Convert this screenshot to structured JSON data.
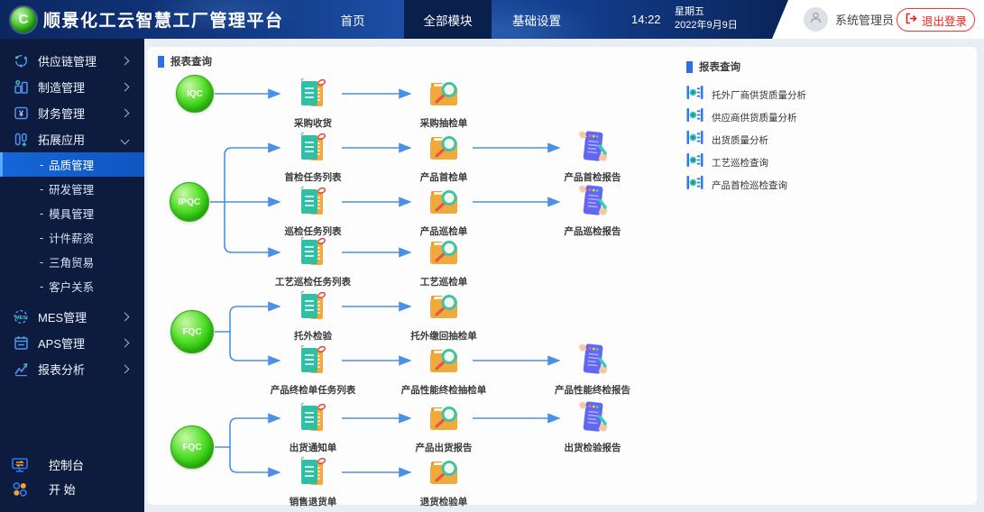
{
  "header": {
    "logo_letter": "C",
    "title": "顺景化工云智慧工厂管理平台",
    "tabs": [
      {
        "label": "首页",
        "active": false
      },
      {
        "label": "全部模块",
        "active": true
      },
      {
        "label": "基础设置",
        "active": false
      }
    ],
    "time": "14:22",
    "weekday": "星期五",
    "date": "2022年9月9日",
    "username": "系统管理员",
    "logout_label": "退出登录"
  },
  "sidebar": {
    "sub_prefix": "-",
    "items": [
      {
        "label": "供应链管理",
        "icon": "supply-chain-icon"
      },
      {
        "label": "制造管理",
        "icon": "manufacturing-icon"
      },
      {
        "label": "财务管理",
        "icon": "finance-icon"
      },
      {
        "label": "拓展应用",
        "icon": "extensions-icon",
        "expanded": true
      },
      {
        "label": "MES管理",
        "icon": "mes-gear-icon"
      },
      {
        "label": "APS管理",
        "icon": "aps-calendar-icon"
      },
      {
        "label": "报表分析",
        "icon": "report-analysis-icon"
      }
    ],
    "sub_items": [
      {
        "label": "品质管理",
        "active": true
      },
      {
        "label": "研发管理",
        "active": false
      },
      {
        "label": "模具管理",
        "active": false
      },
      {
        "label": "计件薪资",
        "active": false
      },
      {
        "label": "三角贸易",
        "active": false
      },
      {
        "label": "客户关系",
        "active": false
      }
    ],
    "footer_items": [
      {
        "label": "控制台",
        "icon": "console-icon"
      },
      {
        "label": "开 始",
        "icon": "start-icon"
      }
    ]
  },
  "flowchart": {
    "title": "报表查询",
    "groups": [
      {
        "badge": "IQC",
        "rows": [
          {
            "nodes": [
              {
                "icon": "task-document-icon",
                "label": "采购收货"
              },
              {
                "icon": "inspection-sheet-icon",
                "label": "采购抽检单"
              }
            ]
          }
        ]
      },
      {
        "badge": "IPQC",
        "rows": [
          {
            "nodes": [
              {
                "icon": "task-document-icon",
                "label": "首检任务列表"
              },
              {
                "icon": "inspection-sheet-icon",
                "label": "产品首检单"
              },
              {
                "icon": "report-document-icon",
                "label": "产品首检报告"
              }
            ]
          },
          {
            "nodes": [
              {
                "icon": "task-document-icon",
                "label": "巡检任务列表"
              },
              {
                "icon": "inspection-sheet-icon",
                "label": "产品巡检单"
              },
              {
                "icon": "report-document-icon",
                "label": "产品巡检报告"
              }
            ]
          },
          {
            "nodes": [
              {
                "icon": "task-document-icon",
                "label": "工艺巡检任务列表"
              },
              {
                "icon": "inspection-sheet-icon",
                "label": "工艺巡检单"
              }
            ]
          }
        ]
      },
      {
        "badge": "FQC",
        "rows": [
          {
            "nodes": [
              {
                "icon": "task-document-icon",
                "label": "托外检验"
              },
              {
                "icon": "inspection-sheet-icon",
                "label": "托外缴回抽检单"
              }
            ]
          },
          {
            "nodes": [
              {
                "icon": "task-document-icon",
                "label": "产品终检单任务列表"
              },
              {
                "icon": "inspection-sheet-icon",
                "label": "产品性能终检抽检单"
              },
              {
                "icon": "report-document-icon",
                "label": "产品性能终检报告"
              }
            ]
          }
        ]
      },
      {
        "badge": "FQC",
        "rows": [
          {
            "nodes": [
              {
                "icon": "task-document-icon",
                "label": "出货通知单"
              },
              {
                "icon": "inspection-sheet-icon",
                "label": "产品出货报告"
              },
              {
                "icon": "report-document-icon",
                "label": "出货检验报告"
              }
            ]
          },
          {
            "nodes": [
              {
                "icon": "task-document-icon",
                "label": "销售退货单"
              },
              {
                "icon": "inspection-sheet-icon",
                "label": "退货检验单"
              }
            ]
          }
        ]
      }
    ]
  },
  "report_panel": {
    "title": "报表查询",
    "item_icon": "report-query-icon",
    "items": [
      {
        "label": "托外厂商供货质量分析"
      },
      {
        "label": "供应商供货质量分析"
      },
      {
        "label": "出货质量分析"
      },
      {
        "label": "工艺巡检查询"
      },
      {
        "label": "产品首检巡检查询"
      }
    ]
  },
  "colors": {
    "accent_blue": "#2f6fe4",
    "arrow_blue": "#4a90e8",
    "badge_green": "#3fd41a",
    "sidebar_bg": "#0d1b3e",
    "header_active_tab": "#091f4c",
    "selected_menu_blue": "#1566d8",
    "logout_red": "#ef2f24"
  }
}
